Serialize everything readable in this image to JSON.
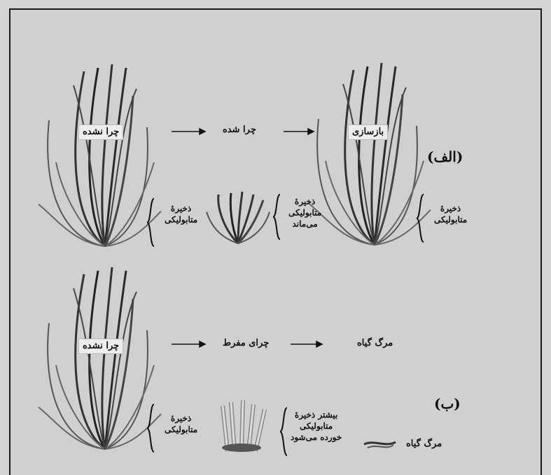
{
  "panel_a": {
    "marker": "(الف)",
    "plant1_label": "چرا نشده",
    "arrow_label": "چرا شده",
    "plant3_label": "بازسازی",
    "reserve1": [
      "ذخیرهٔ",
      "متابولیکی"
    ],
    "reserve2": [
      "ذخیرهٔ",
      "متابولیکی",
      "می‌ماند"
    ],
    "reserve3": [
      "ذخیرهٔ",
      "متابولیکی"
    ]
  },
  "panel_b": {
    "marker": "(ب)",
    "plant1_label": "چرا نشده",
    "arrow_label": "چرای مفرط",
    "outcome_label": "مرگ گیاه",
    "reserve1": [
      "ذخیرهٔ",
      "متابولیکی"
    ],
    "reserve2": [
      "بیشتر ذخیرهٔ",
      "متابولیکی",
      "خورده می‌شود"
    ],
    "dead_label": "مرگ گیاه"
  },
  "colors": {
    "background": "#d0d0d0",
    "ink": "#111111",
    "frame": "#1a1a1a"
  }
}
